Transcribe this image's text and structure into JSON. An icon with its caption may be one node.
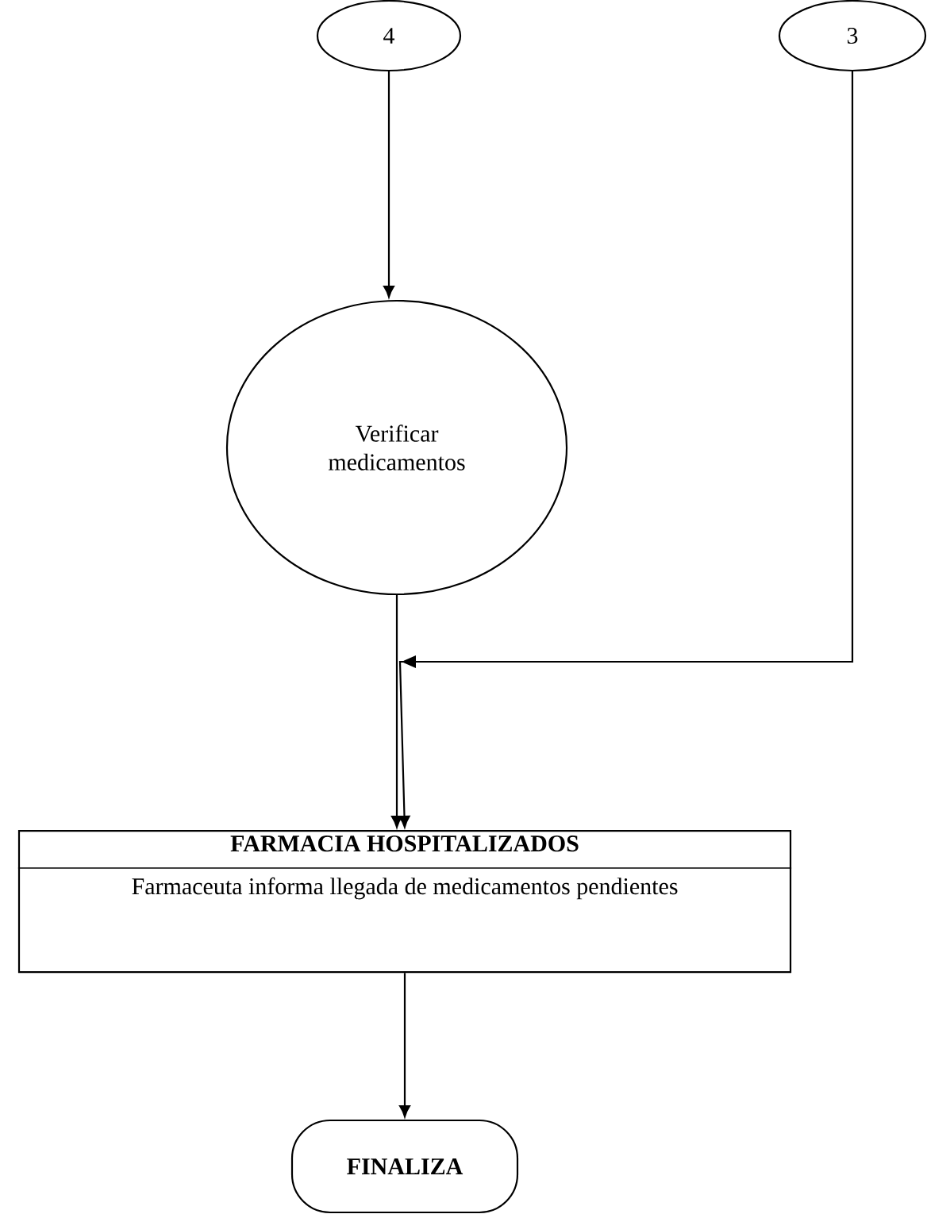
{
  "diagram": {
    "nodes": [
      {
        "text": [
          "4"
        ]
      },
      {
        "text": [
          "3"
        ]
      },
      {
        "text": [
          "Verificar medicamentos"
        ]
      },
      {
        "text": [
          "FARMACIA HOSPITALIZADOS",
          "Farmaceuta informa llegada de medicamentos pendientes"
        ]
      },
      {
        "text": [
          "FINALIZA"
        ]
      }
    ],
    "edges": [
      {
        "from": 0,
        "to": 2,
        "arrow": "to"
      },
      {
        "from": 2,
        "to": 3,
        "arrow": "to"
      },
      {
        "from": 1,
        "to": 3,
        "arrow": "to"
      },
      {
        "from": 3,
        "to": 4,
        "arrow": "to"
      }
    ]
  }
}
